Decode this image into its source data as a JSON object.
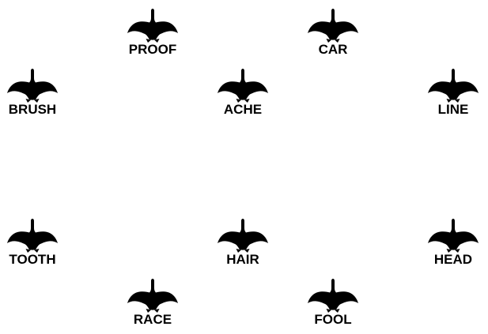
{
  "icon": "goose-icon",
  "colors": {
    "icon": "#000000",
    "text": "#000000",
    "background": "#ffffff"
  },
  "birds": [
    {
      "label": "PROOF"
    },
    {
      "label": "CAR"
    },
    {
      "label": "BRUSH"
    },
    {
      "label": "ACHE"
    },
    {
      "label": "LINE"
    },
    {
      "label": "TOOTH"
    },
    {
      "label": "HAIR"
    },
    {
      "label": "HEAD"
    },
    {
      "label": "RACE"
    },
    {
      "label": "FOOL"
    }
  ]
}
